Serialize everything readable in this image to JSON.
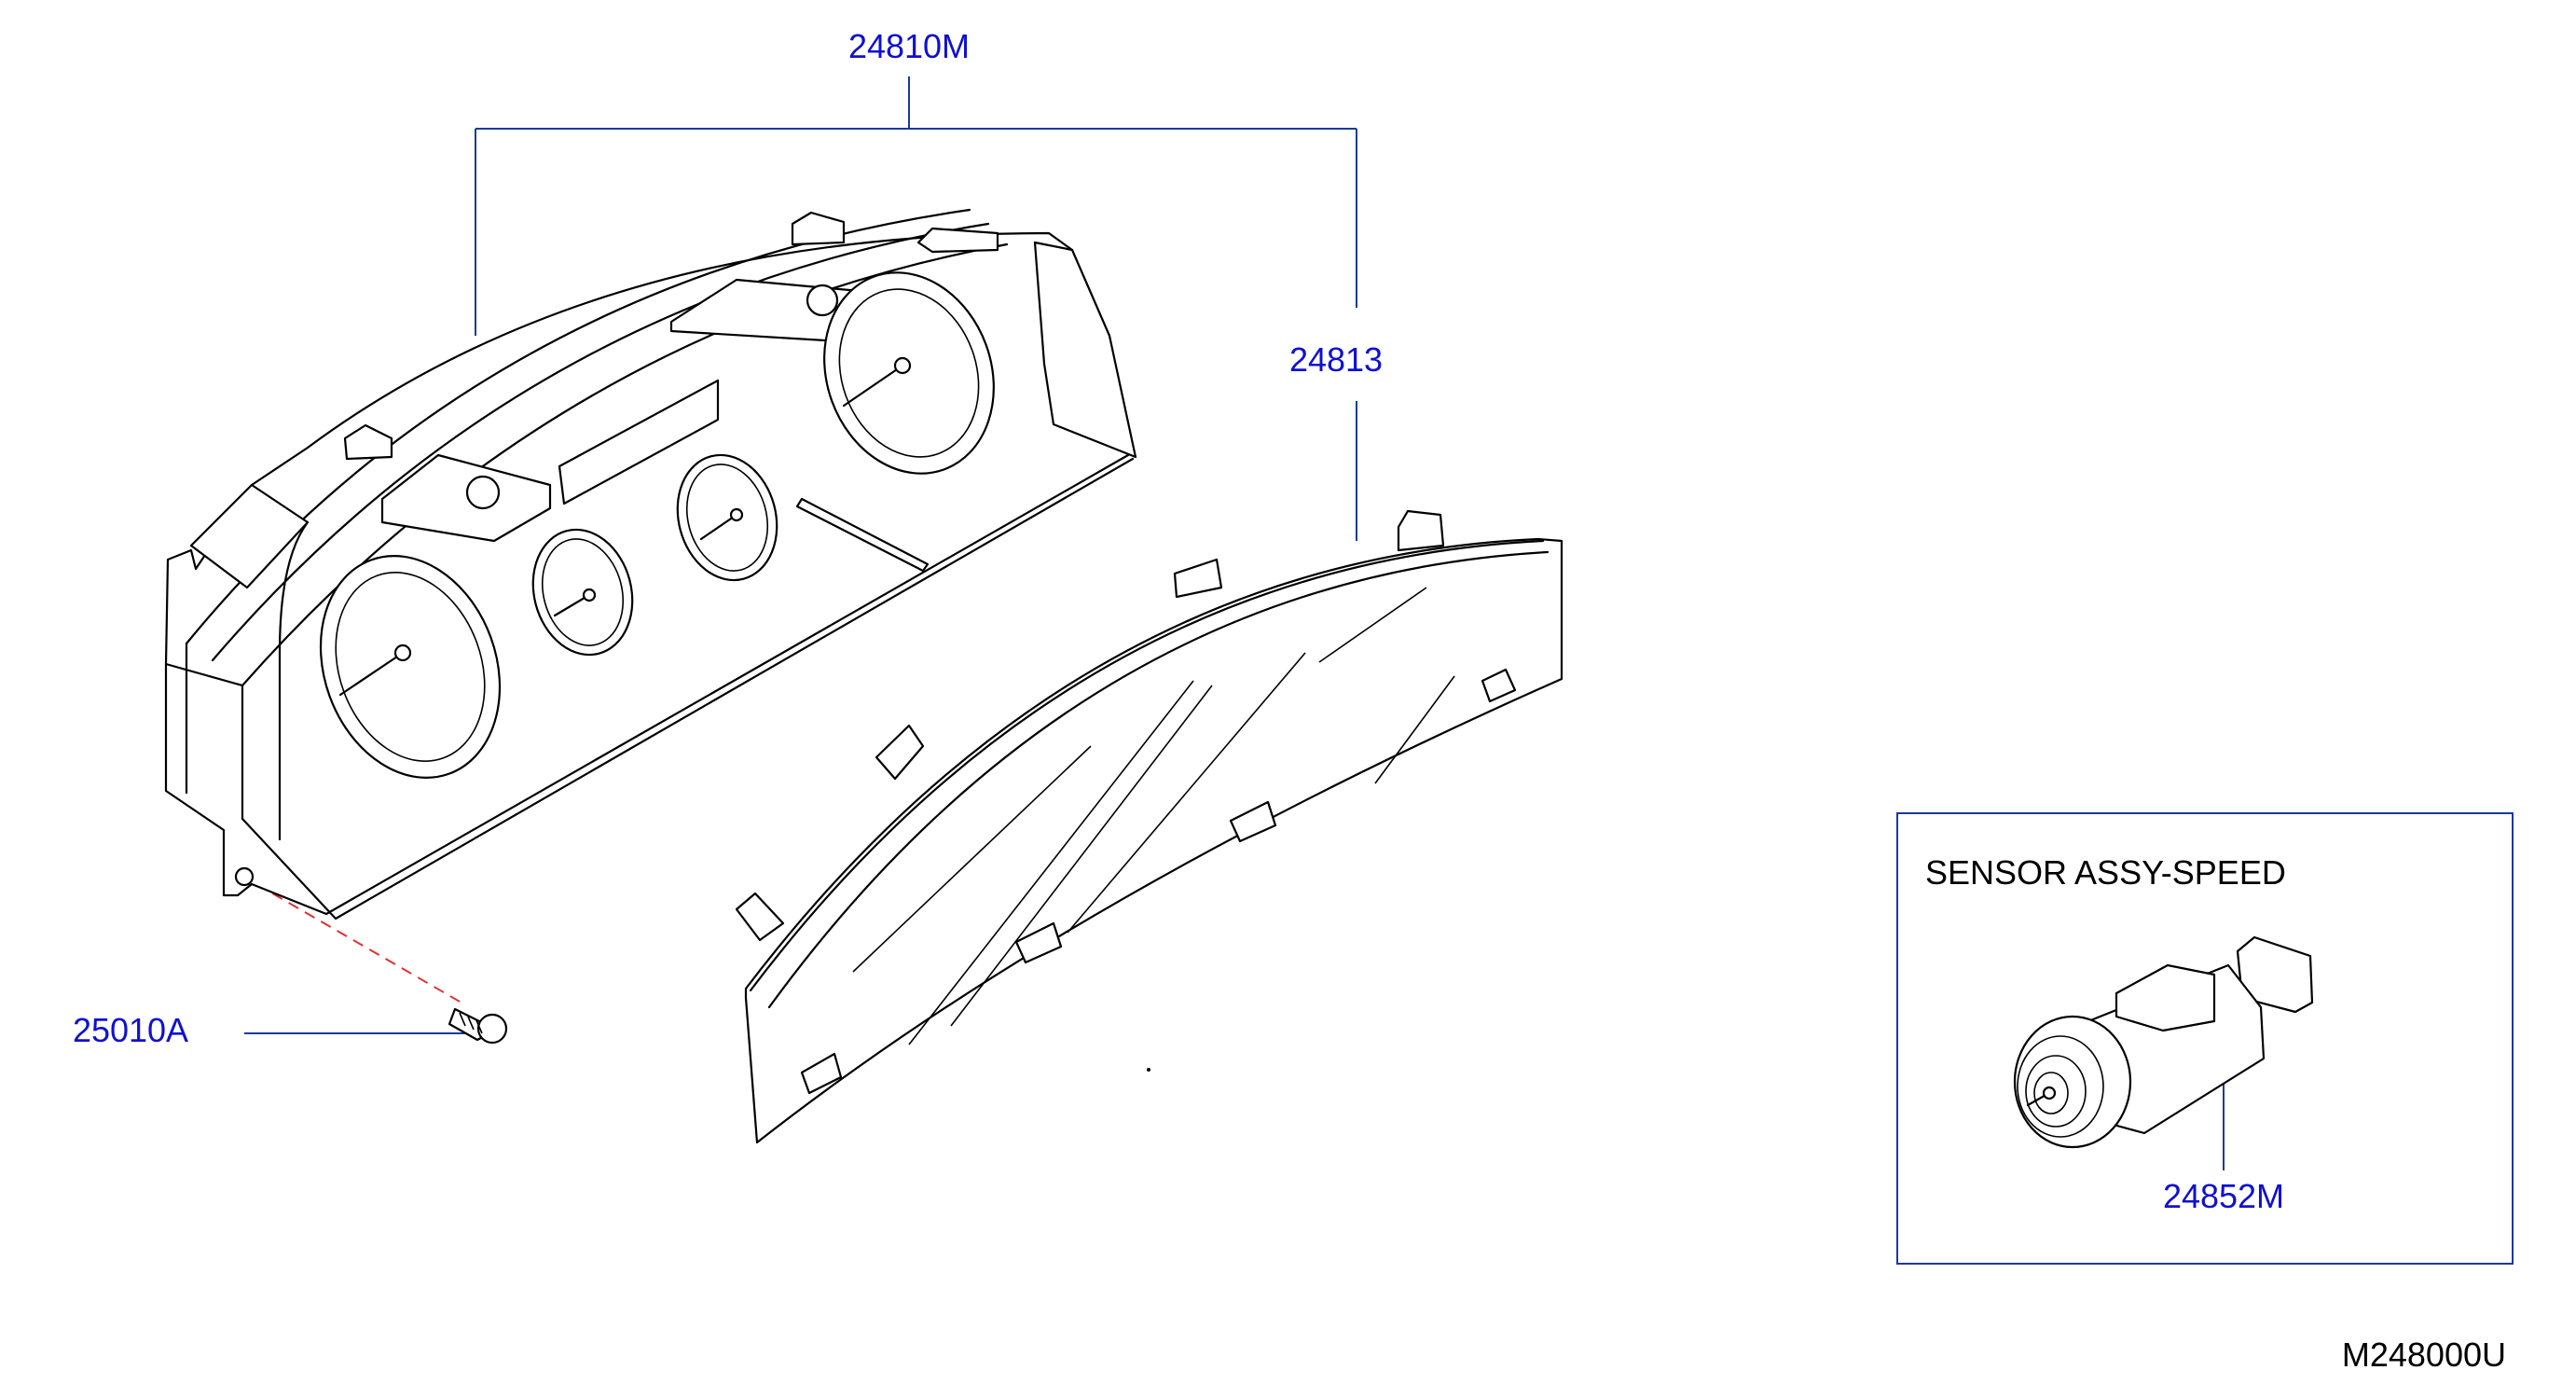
{
  "callouts": {
    "cluster": "24810M",
    "lens": "24813",
    "screw": "25010A",
    "sensor": "24852M"
  },
  "inset": {
    "title": "SENSOR  ASSY-SPEED"
  },
  "diagram_code": "M248000U",
  "colors": {
    "callout_text": "#1010d0",
    "leader_line": "#1a3a9a",
    "dash_line": "#e03030",
    "line_art": "#000000"
  }
}
